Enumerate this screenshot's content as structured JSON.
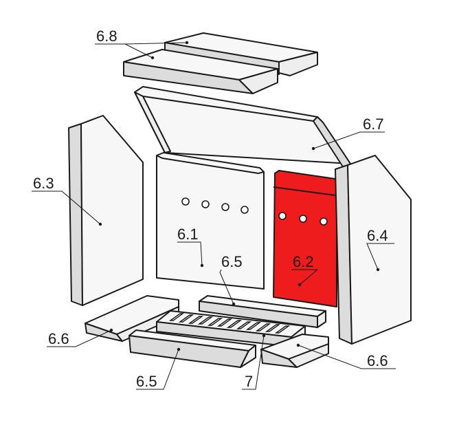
{
  "diagram": {
    "highlight_color": "#ee1c1c",
    "labels": {
      "p6_8": "6.8",
      "p6_7": "6.7",
      "p6_3": "6.3",
      "p6_1": "6.1",
      "p6_2": "6.2",
      "p6_4": "6.4",
      "p6_5_mid": "6.5",
      "p6_5_bottom": "6.5",
      "p6_6_left": "6.6",
      "p6_6_right": "6.6",
      "p7": "7"
    }
  }
}
